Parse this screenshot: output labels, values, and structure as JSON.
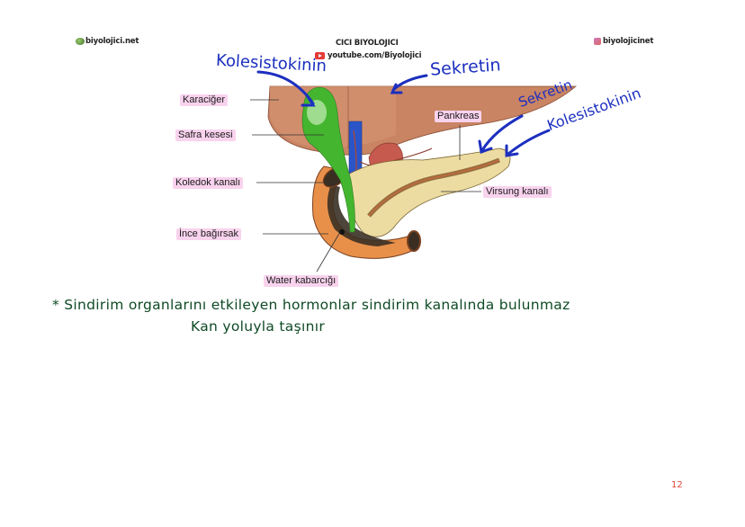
{
  "header": {
    "left_brand": "biyolojici.net",
    "center_title": "CICI BIYOLOJICI",
    "center_channel": "youtube.com/Biyolojici",
    "right_brand": "biyolojicinet"
  },
  "diagram": {
    "labels": {
      "liver": "Karaciğer",
      "gallbladder": "Safra kesesi",
      "bile_duct": "Koledok kanalı",
      "small_intestine": "İnce bağırsak",
      "ampulla": "Water kabarcığı",
      "pancreas": "Pankreas",
      "pancreatic_duct": "Virsung kanalı"
    },
    "annotations": {
      "gallbladder_hormone": "Kolesistokinin",
      "liver_hormone": "Sekretin",
      "pancreas_hormone_1": "Sekretin",
      "pancreas_hormone_2": "Kolesistokinin"
    }
  },
  "note": {
    "bullet": "*",
    "line1": "Sindirim organlarını etkileyen hormonlar sindirim kanalında bulunmaz",
    "line2": "Kan yoluyla taşınır"
  },
  "page_number": "12",
  "colors": {
    "annotation_blue": "#1c2fbf",
    "note_green": "#0f4a25",
    "label_pink": "#f9d3ee",
    "page_number_red": "#e0443b"
  }
}
